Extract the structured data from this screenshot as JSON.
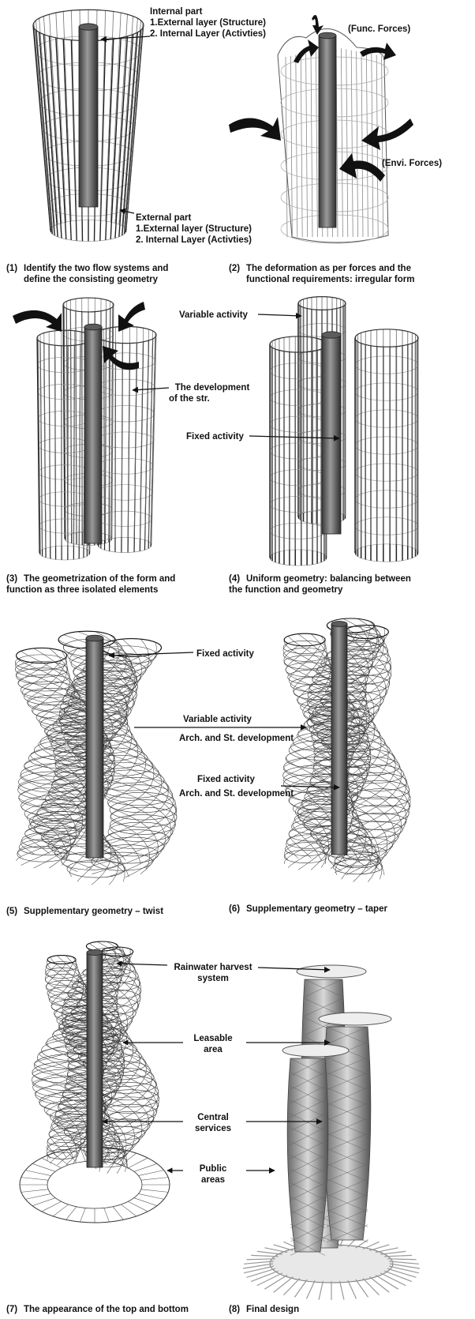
{
  "panels": [
    {
      "caption_num": "(1)",
      "caption_line1": "Identify the two flow systems and",
      "caption_line2": "define the consisting geometry",
      "labels": {
        "internal_title": "Internal part",
        "internal_l1": "1.External layer (Structure)",
        "internal_l2": "2. Internal Layer (Activties)",
        "external_title": "External part",
        "external_l1": "1.External layer (Structure)",
        "external_l2": "2. Internal Layer (Activties)"
      }
    },
    {
      "caption_num": "(2)",
      "caption_line1": "The deformation as per forces and the",
      "caption_line2": "functional requirements: irregular form",
      "labels": {
        "func_forces": "(Func. Forces)",
        "envi_forces": "(Envi. Forces)"
      }
    },
    {
      "caption_num": "(3)",
      "caption_line1": "The geometrization of the form and",
      "caption_line2": "function as three isolated elements",
      "labels": {
        "dev_l1": "The development",
        "dev_l2": "of the str."
      }
    },
    {
      "caption_num": "(4)",
      "caption_line1": "Uniform geometry: balancing between",
      "caption_line2": "the function and geometry",
      "labels": {
        "variable": "Variable activity",
        "fixed": "Fixed activity"
      }
    },
    {
      "caption_num": "(5)",
      "caption_line1": "Supplementary  geometry –  twist",
      "caption_line2": "",
      "labels": {}
    },
    {
      "caption_num": "(6)",
      "caption_line1": "Supplementary geometry – taper",
      "caption_line2": "",
      "labels": {}
    },
    {
      "caption_num": "(7)",
      "caption_line1": "The appearance of the top and bottom",
      "caption_line2": "",
      "labels": {}
    },
    {
      "caption_num": "(8)",
      "caption_line1": "Final design",
      "caption_line2": "",
      "labels": {}
    }
  ],
  "shared_labels": {
    "fixed_activity_top": "Fixed activity",
    "variable_activity": "Variable activity",
    "arch_st_1": "Arch. and St. development",
    "fixed_activity_mid": "Fixed activity",
    "arch_st_2": "Arch. and St. development",
    "rainwater_l1": "Rainwater harvest",
    "rainwater_l2": "system",
    "leasable_l1": "Leasable",
    "leasable_l2": "area",
    "central_l1": "Central",
    "central_l2": "services",
    "public_l1": "Public",
    "public_l2": "areas"
  }
}
